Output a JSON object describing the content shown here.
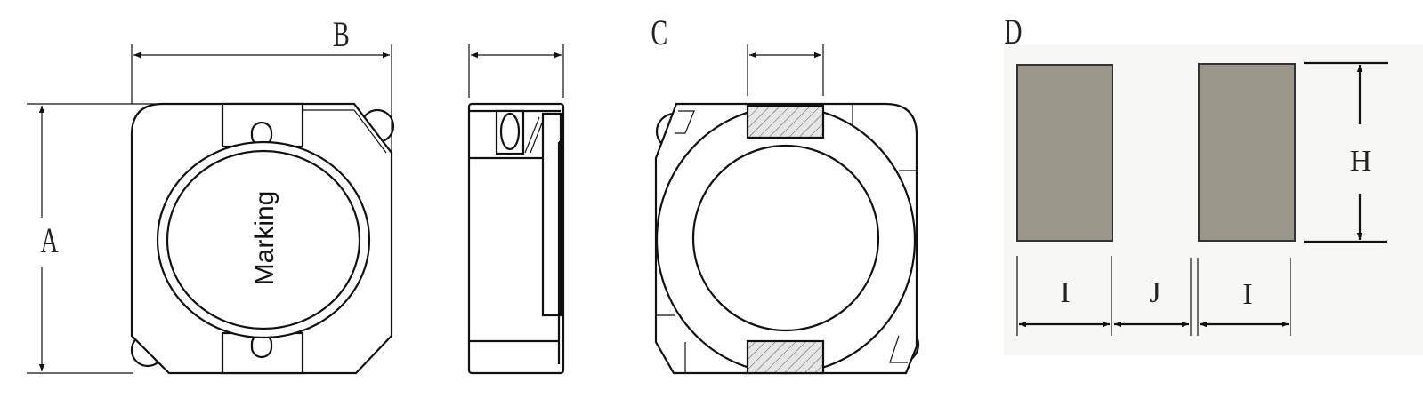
{
  "dimensions": {
    "a": "A",
    "b": "B",
    "c": "C",
    "d": "D",
    "h": "H",
    "i_left": "I",
    "j": "J",
    "i_right": "I"
  },
  "front_view": {
    "marking_label": "Marking"
  },
  "colors": {
    "pad_fill": "#9a968a",
    "line": "#111111",
    "land_bg": "#f7f7f5"
  }
}
